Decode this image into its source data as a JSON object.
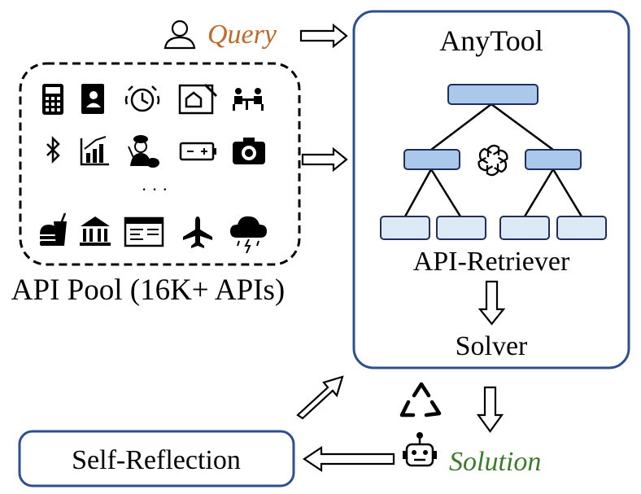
{
  "query": {
    "text": "Query",
    "color": "#c0692a",
    "icon": "user-icon"
  },
  "api_pool": {
    "label": "API Pool (16K+ APIs)",
    "row1_icons": [
      "calculator-icon",
      "contact-book-icon",
      "alarm-clock-icon",
      "house-plan-icon",
      "meeting-icon"
    ],
    "row2_icons": [
      "bluetooth-icon",
      "growth-chart-icon",
      "painter-icon",
      "battery-icon",
      "camera-icon"
    ],
    "ellipsis": "· · ·",
    "row3_icons": [
      "fast-food-icon",
      "bank-icon",
      "web-page-icon",
      "airplane-icon",
      "thunderstorm-icon"
    ]
  },
  "anytool": {
    "title": "AnyTool",
    "retriever_label": "API-Retriever",
    "solver_label": "Solver",
    "border_color": "#2e4f8f",
    "node_fill_dark": "#a9c8ea",
    "node_fill_light": "#dce9f7",
    "center_icon": "openai-logo-icon"
  },
  "solution": {
    "text": "Solution",
    "color": "#3d7a2b",
    "icon": "robot-icon"
  },
  "recycle_icon": "recycle-icon",
  "self_reflection": {
    "label": "Self-Reflection",
    "border_color": "#2e4f8f"
  }
}
